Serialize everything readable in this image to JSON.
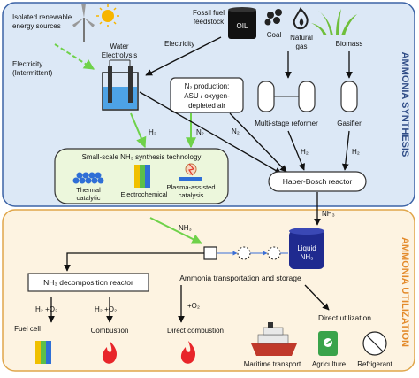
{
  "synthesis": {
    "title": "AMMONIA SYNTHESIS",
    "sources_line1": "Isolated renewable",
    "sources_line2": "energy sources",
    "electricity_intermittent_line1": "Electricity",
    "electricity_intermittent_line2": "(Intermittent)",
    "water_electrolysis_line1": "Water",
    "water_electrolysis_line2": "Electrolysis",
    "fossil_feedstock_line1": "Fossil fuel",
    "fossil_feedstock_line2": "feedstock",
    "oil_label": "OIL",
    "electricity": "Electricity",
    "coal": "Coal",
    "natural_gas_line1": "Natural",
    "natural_gas_line2": "gas",
    "biomass": "Biomass",
    "n2_production_line1": "N₂ production:",
    "n2_production_line2": "ASU / oxygen-",
    "n2_production_line3": "depleted air",
    "multistage_reformer": "Multi-stage reformer",
    "gasifier": "Gasifier",
    "h2_label_a": "H₂",
    "n2_label_a": "N₂",
    "n2_label_b": "N₂",
    "h2_label_b": "H₂",
    "h2_label_c": "H₂",
    "small_scale_title": "Small-scale NH₃ synthesis technology",
    "thermal_line1": "Thermal",
    "thermal_line2": "catalytic",
    "electrochemical": "Electrochemical",
    "plasma_line1": "Plasma-assisted",
    "plasma_line2": "catalysis",
    "haber_bosch": "Haber-Bosch reactor"
  },
  "utilization": {
    "title": "AMMONIA UTILIZATION",
    "nh3_label_a": "NH₃",
    "nh3_label_b": "NH₃",
    "liquid_nh3_line1": "Liquid",
    "liquid_nh3_line2": "NH₃",
    "decomposition_reactor": "NH₃ decomposition reactor",
    "transport_storage": "Ammonia transportation and storage",
    "h2_o2_a": "H₂ +O₂",
    "h2_o2_b": "H₂ +O₂",
    "o2_direct": "+O₂",
    "fuel_cell": "Fuel cell",
    "combustion": "Combustion",
    "direct_combustion": "Direct combustion",
    "direct_utilization": "Direct utilization",
    "maritime_transport": "Maritime transport",
    "agriculture": "Agriculture",
    "refrigerant": "Refrigerant"
  },
  "colors": {
    "synthesis_bg": "#dce8f6",
    "synthesis_border": "#3c63a6",
    "synthesis_title": "#2f4c86",
    "utilization_bg": "#fdf3e1",
    "utilization_border": "#e0a64b",
    "utilization_title": "#e38a2a",
    "green_arrow": "#6fd24a",
    "green_box": "#ecf7dc",
    "flame": "#e8252a",
    "sun": "#f7b500",
    "grass": "#6fbf3b",
    "liquid_tank": "#1f2a8f"
  }
}
